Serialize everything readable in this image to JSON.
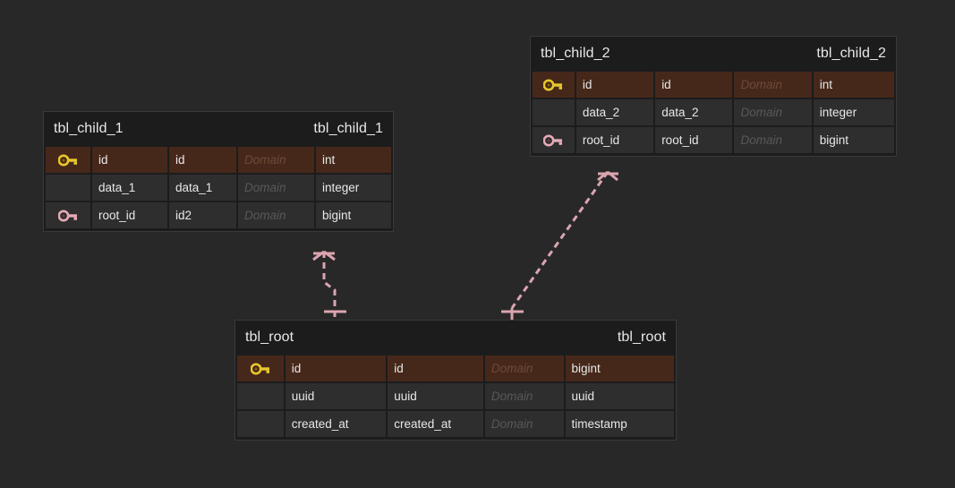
{
  "diagram": {
    "background_color": "#282828",
    "pk_row_color": "#46281a",
    "row_color": "#2e2e2e",
    "header_color": "#1c1c1c",
    "relation_line_color": "#dba5b0",
    "pk_key_icon_color": "#e8c72c",
    "fk_key_icon_color": "#e6aab6"
  },
  "tables": [
    {
      "id": "tbl_child_1",
      "title_left": "tbl_child_1",
      "title_right": "tbl_child_1",
      "rows": [
        {
          "key": "pk",
          "key_icon": "primary-key-icon",
          "name": "id",
          "column": "id",
          "domain": "Domain",
          "type": "int"
        },
        {
          "key": "",
          "key_icon": "",
          "name": "data_1",
          "column": "data_1",
          "domain": "Domain",
          "type": "integer"
        },
        {
          "key": "fk",
          "key_icon": "foreign-key-icon",
          "name": "root_id",
          "column": "id2",
          "domain": "Domain",
          "type": "bigint"
        }
      ]
    },
    {
      "id": "tbl_child_2",
      "title_left": "tbl_child_2",
      "title_right": "tbl_child_2",
      "rows": [
        {
          "key": "pk",
          "key_icon": "primary-key-icon",
          "name": "id",
          "column": "id",
          "domain": "Domain",
          "type": "int"
        },
        {
          "key": "",
          "key_icon": "",
          "name": "data_2",
          "column": "data_2",
          "domain": "Domain",
          "type": "integer"
        },
        {
          "key": "fk",
          "key_icon": "foreign-key-icon",
          "name": "root_id",
          "column": "root_id",
          "domain": "Domain",
          "type": "bigint"
        }
      ]
    },
    {
      "id": "tbl_root",
      "title_left": "tbl_root",
      "title_right": "tbl_root",
      "rows": [
        {
          "key": "pk",
          "key_icon": "primary-key-icon",
          "name": "id",
          "column": "id",
          "domain": "Domain",
          "type": "bigint"
        },
        {
          "key": "",
          "key_icon": "",
          "name": "uuid",
          "column": "uuid",
          "domain": "Domain",
          "type": "uuid"
        },
        {
          "key": "",
          "key_icon": "",
          "name": "created_at",
          "column": "created_at",
          "domain": "Domain",
          "type": "timestamp"
        }
      ]
    }
  ],
  "relationships": [
    {
      "id": "rel-root-child-1",
      "from": "tbl_root",
      "to": "tbl_child_1",
      "from_cardinality": "one",
      "to_cardinality": "many",
      "style": "dashed"
    },
    {
      "id": "rel-root-child-2",
      "from": "tbl_root",
      "to": "tbl_child_2",
      "from_cardinality": "one",
      "to_cardinality": "many",
      "style": "dashed"
    }
  ]
}
